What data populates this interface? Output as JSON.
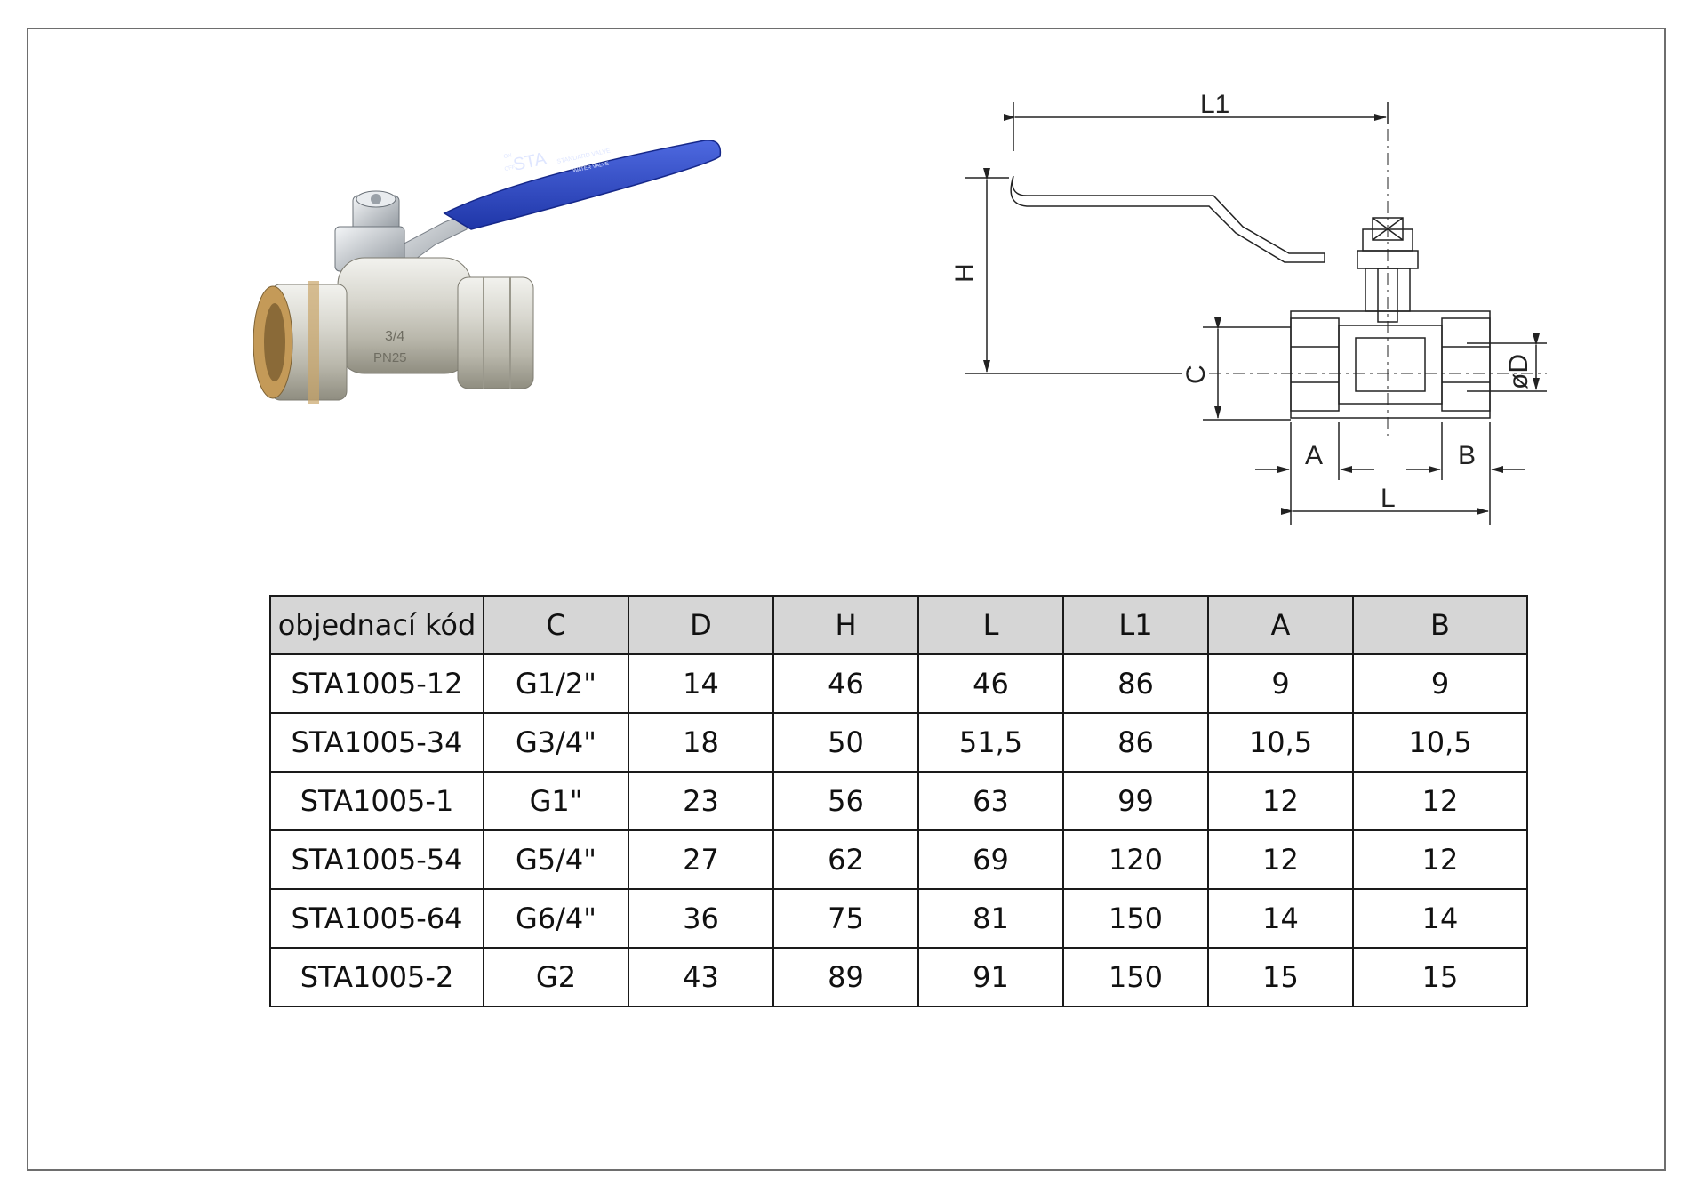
{
  "drawing_labels": {
    "l1": "L1",
    "h": "H",
    "c": "C",
    "d": "øD",
    "a": "A",
    "b": "B",
    "l": "L"
  },
  "photo_marks": {
    "brand": "STA",
    "handle_text_1": "STANDARD VALVE",
    "handle_text_2": "WATER VALVE",
    "on": "ON",
    "off": "OFF",
    "size": "3/4",
    "pressure": "PN25"
  },
  "colors": {
    "handle_blue": "#2b48c4",
    "table_header_bg": "#d6d6d6",
    "frame_border": "#6e6e6e"
  },
  "table": {
    "headers": [
      "objednací kód",
      "C",
      "D",
      "H",
      "L",
      "L1",
      "A",
      "B"
    ],
    "rows": [
      [
        "STA1005-12",
        "G1/2\"",
        "14",
        "46",
        "46",
        "86",
        "9",
        "9"
      ],
      [
        "STA1005-34",
        "G3/4\"",
        "18",
        "50",
        "51,5",
        "86",
        "10,5",
        "10,5"
      ],
      [
        "STA1005-1",
        "G1\"",
        "23",
        "56",
        "63",
        "99",
        "12",
        "12"
      ],
      [
        "STA1005-54",
        "G5/4\"",
        "27",
        "62",
        "69",
        "120",
        "12",
        "12"
      ],
      [
        "STA1005-64",
        "G6/4\"",
        "36",
        "75",
        "81",
        "150",
        "14",
        "14"
      ],
      [
        "STA1005-2",
        "G2",
        "43",
        "89",
        "91",
        "150",
        "15",
        "15"
      ]
    ]
  }
}
